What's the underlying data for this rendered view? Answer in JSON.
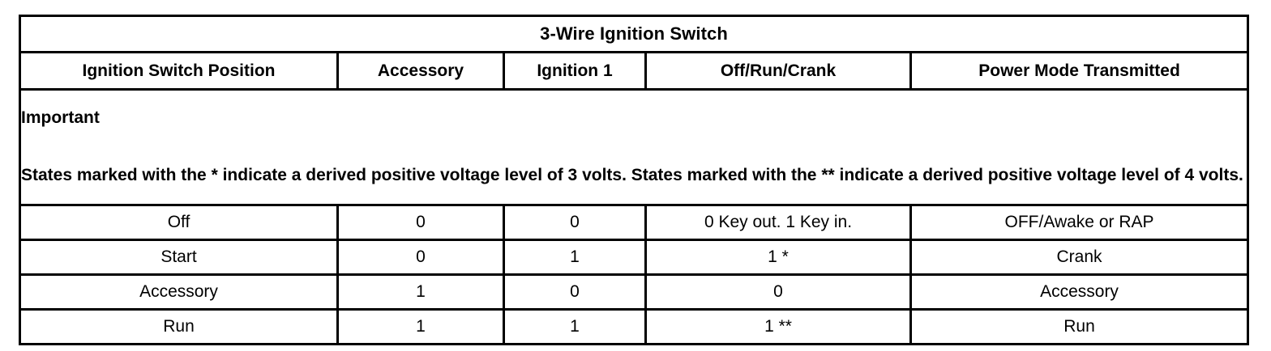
{
  "table": {
    "title": "3-Wire Ignition Switch",
    "columns": [
      "Ignition Switch Position",
      "Accessory",
      "Ignition 1",
      "Off/Run/Crank",
      "Power Mode Transmitted"
    ],
    "note": {
      "heading": "Important",
      "body": "States marked with the * indicate a derived positive voltage level of 3 volts. States marked with the ** indicate a derived positive voltage level of 4 volts."
    },
    "rows": [
      {
        "position": "Off",
        "accessory": "0",
        "ignition1": "0",
        "off_run_crank": "0 Key out. 1 Key in.",
        "power_mode": "OFF/Awake or RAP"
      },
      {
        "position": "Start",
        "accessory": "0",
        "ignition1": "1",
        "off_run_crank": "1 *",
        "power_mode": "Crank"
      },
      {
        "position": "Accessory",
        "accessory": "1",
        "ignition1": "0",
        "off_run_crank": "0",
        "power_mode": "Accessory"
      },
      {
        "position": "Run",
        "accessory": "1",
        "ignition1": "1",
        "off_run_crank": "1 **",
        "power_mode": "Run"
      }
    ]
  },
  "colors": {
    "border": "#000000",
    "text": "#000000",
    "background": "#ffffff"
  }
}
